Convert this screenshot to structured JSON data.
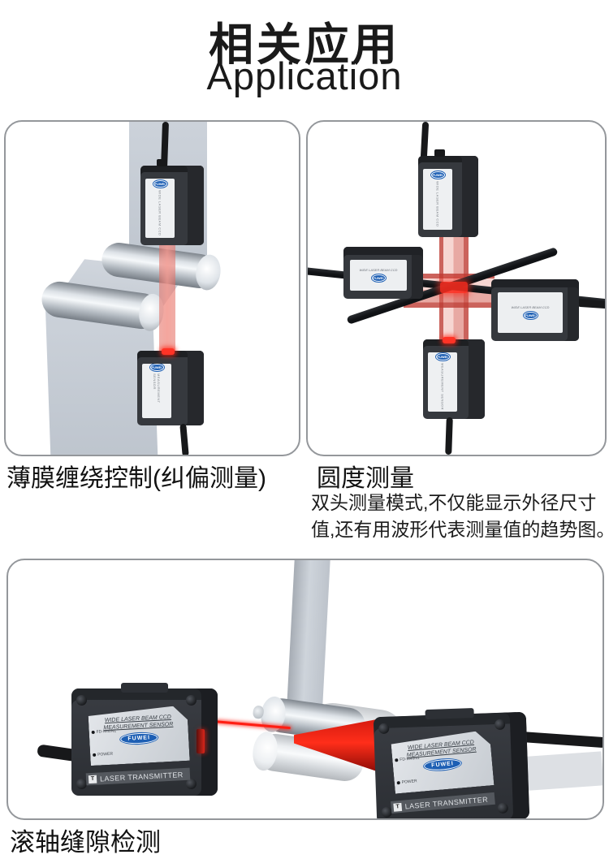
{
  "page": {
    "background": "#ffffff"
  },
  "header": {
    "title_zh": "相关应用",
    "title_en": "Application"
  },
  "sections": {
    "film_winding": {
      "caption": "薄膜缠绕控制(纠偏测量)"
    },
    "roundness": {
      "caption": "圆度测量",
      "desc_line1": "双头测量模式,不仅能显示外径尺寸",
      "desc_line2": "值,还有用波形代表测量值的趋势图。"
    },
    "roller_gap": {
      "caption": "滚轴缝隙检测"
    }
  },
  "device": {
    "brand": "FUWEI",
    "title_line1": "WIDE LASER BEAM CCD",
    "title_line2": "MEASUREMENT SENSOR",
    "model": "FD-M40N1",
    "power": "POWER",
    "footer": "LASER TRANSMITTER",
    "chip": "T"
  },
  "colors": {
    "laser_red": "#ff2015",
    "laser_soft": "#e2766d",
    "panel_border": "#94979b",
    "sensor_body": "#2e3136",
    "film_gray": "#c6ccd4",
    "brand_blue": "#1d5fb4"
  }
}
